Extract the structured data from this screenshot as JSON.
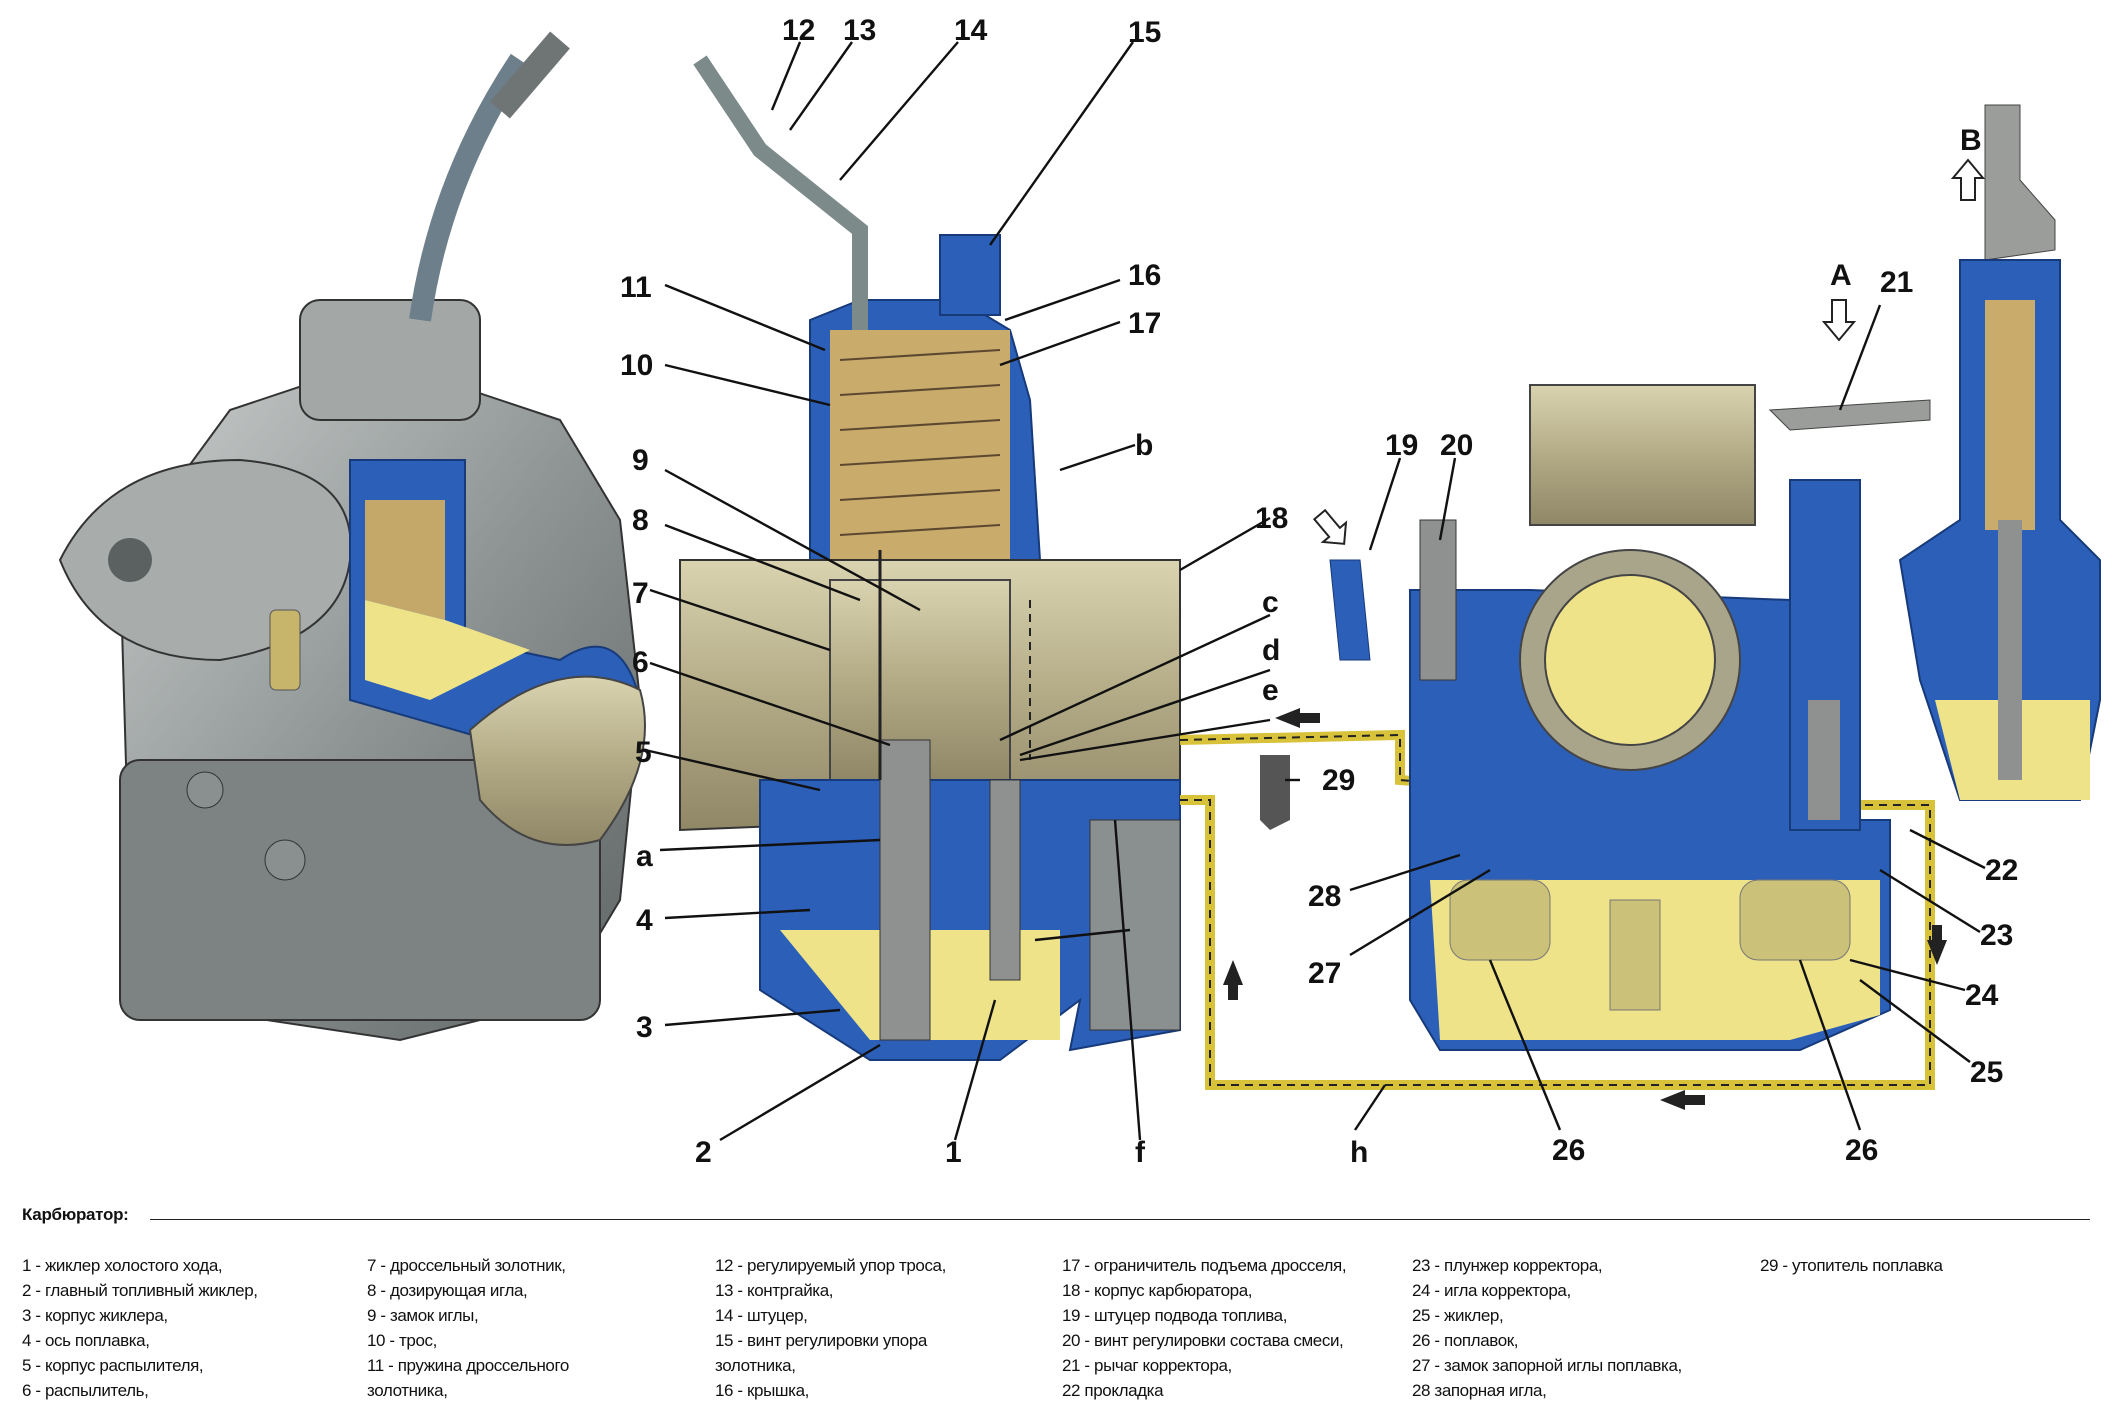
{
  "callouts": {
    "n1": "1",
    "n2": "2",
    "n3": "3",
    "n4": "4",
    "n5": "5",
    "n6": "6",
    "n7": "7",
    "n8": "8",
    "n9": "9",
    "n10": "10",
    "n11": "11",
    "n12": "12",
    "n13": "13",
    "n14": "14",
    "n15": "15",
    "n16": "16",
    "n17": "17",
    "n18": "18",
    "n19": "19",
    "n20": "20",
    "n21": "21",
    "n22": "22",
    "n23": "23",
    "n24": "24",
    "n25": "25",
    "n26a": "26",
    "n26b": "26",
    "n27": "27",
    "n28": "28",
    "n29": "29",
    "a": "a",
    "b": "b",
    "c": "c",
    "d": "d",
    "e": "e",
    "f": "f",
    "h": "h",
    "A": "A",
    "B": "B"
  },
  "legend": {
    "title": "Карбюратор:",
    "col1": [
      "1 - жиклер холостого хода,",
      "2 - главный топливный жиклер,",
      "3 - корпус жиклера,",
      "4 - ось поплавка,",
      "5 - корпус распылителя,",
      "6 - распылитель,"
    ],
    "col2": [
      "7 - дроссельный золотник,",
      "8 - дозирующая игла,",
      "9 - замок иглы,",
      "10 - трос,",
      "11 - пружина дроссельного",
      "золотника,"
    ],
    "col3": [
      "12 - регулируемый упор троса,",
      "13 - контргайка,",
      "14 - штуцер,",
      "15 - винт регулировки упора",
      "золотника,",
      "16 - крышка,"
    ],
    "col4": [
      "17 - ограничитель подъема дросселя,",
      "18 - корпус карбюратора,",
      "19 - штуцер подвода топлива,",
      "20 - винт регулировки состава смеси,",
      "21 - рычаг корректора,",
      "22   прокладка"
    ],
    "col5": [
      "23 - плунжер корректора,",
      "24 - игла корректора,",
      "25 - жиклер,",
      "26 - поплавок,",
      "27 - замок запорной иглы поплавка,",
      "28   запорная игла,"
    ],
    "col6": [
      "29 - утопитель поплавка"
    ]
  },
  "colors": {
    "cutaway_blue": "#2c5fb8",
    "fuel_yellow": "#efe38a",
    "metal_gray": "#9aa0a0",
    "outline": "#111111"
  }
}
